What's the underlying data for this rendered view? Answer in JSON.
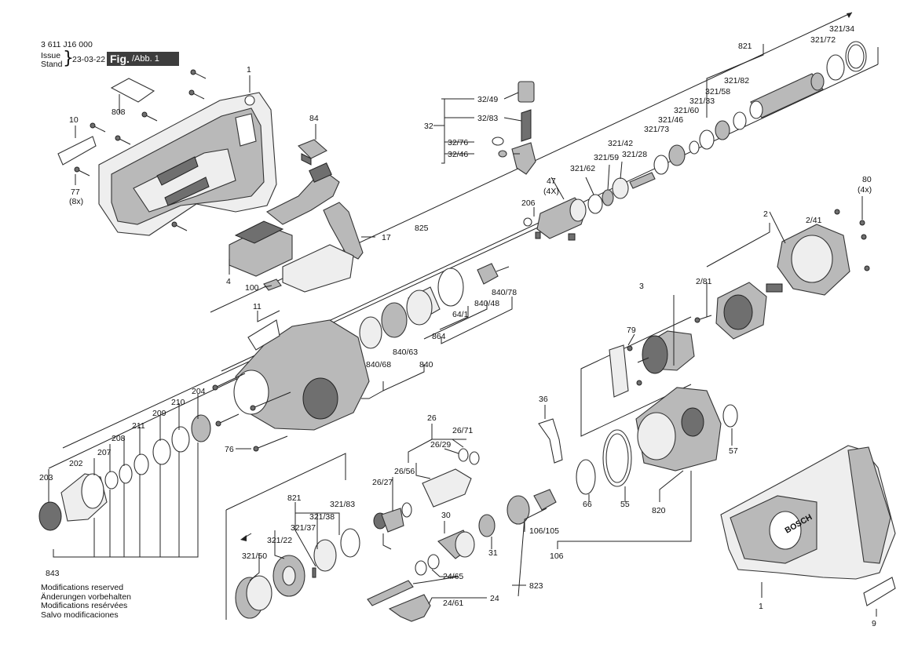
{
  "header": {
    "doc_number": "3 611 J16 000",
    "issue_label": "Issue",
    "stand_label": "Stand",
    "date": "23-03-22",
    "fig_label": "Fig.",
    "abb_label": "/Abb. 1"
  },
  "footer": {
    "line1": "Modifications reserved",
    "line2": "Änderungen vorbehalten",
    "line3": "Modifications resérvées",
    "line4": "Salvo modificaciones"
  },
  "housing_brand": "BOSCH",
  "part_labels": {
    "p1a": "1",
    "p808": "808",
    "p10": "10",
    "p77": "77",
    "p8x": "(8x)",
    "p84": "84",
    "p17": "17",
    "p4": "4",
    "p100": "100",
    "p825": "825",
    "p32": "32",
    "p32_49": "32/49",
    "p32_83": "32/83",
    "p32_76": "32/76",
    "p32_46": "32/46",
    "p206": "206",
    "p47": "47",
    "p4x_a": "(4X)",
    "p321_62": "321/62",
    "p321_59": "321/59",
    "p321_28": "321/28",
    "p321_42": "321/42",
    "p321_73": "321/73",
    "p321_46": "321/46",
    "p321_60": "321/60",
    "p321_33": "321/33",
    "p321_58": "321/58",
    "p321_82": "321/82",
    "p821a": "821",
    "p321_72": "321/72",
    "p321_34": "321/34",
    "p80": "80",
    "p4x_b": "(4x)",
    "p2": "2",
    "p2_41": "2/41",
    "p2_81": "2/81",
    "p3": "3",
    "p79": "79",
    "p11": "11",
    "p840_78": "840/78",
    "p840_48": "840/48",
    "p64_1": "64/1",
    "p864": "864",
    "p840_63": "840/63",
    "p840_68": "840/68",
    "p840": "840",
    "p204": "204",
    "p210": "210",
    "p209": "209",
    "p211": "211",
    "p208": "208",
    "p207": "207",
    "p202": "202",
    "p203": "203",
    "p76": "76",
    "p843": "843",
    "p26": "26",
    "p26_71": "26/71",
    "p26_29": "26/29",
    "p26_56": "26/56",
    "p26_27": "26/27",
    "p36": "36",
    "p57": "57",
    "p821b": "821",
    "p321_83": "321/83",
    "p321_38": "321/38",
    "p321_37": "321/37",
    "p321_22": "321/22",
    "p321_50": "321/50",
    "p30": "30",
    "p31": "31",
    "p106_105": "106/105",
    "p106": "106",
    "p24_65": "24/65",
    "p823": "823",
    "p24_61": "24/61",
    "p24": "24",
    "p66": "66",
    "p55": "55",
    "p820": "820",
    "p1b": "1",
    "p9": "9"
  }
}
